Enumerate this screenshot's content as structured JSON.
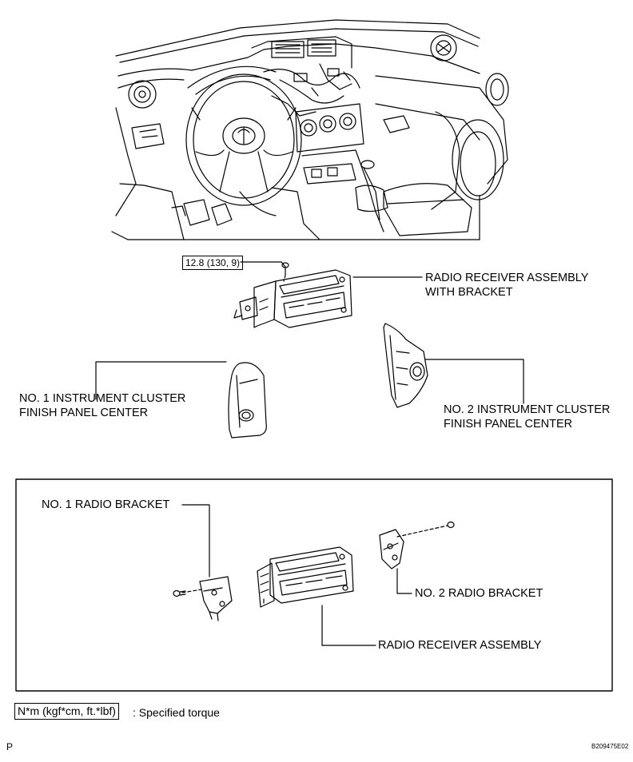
{
  "torque_value": "12.8 (130, 9)",
  "labels": {
    "radio_receiver_with_bracket_line1": "RADIO RECEIVER ASSEMBLY",
    "radio_receiver_with_bracket_line2": "WITH BRACKET",
    "no1_finish_panel_line1": "NO. 1 INSTRUMENT CLUSTER",
    "no1_finish_panel_line2": "FINISH PANEL CENTER",
    "no2_finish_panel_line1": "NO. 2 INSTRUMENT CLUSTER",
    "no2_finish_panel_line2": "FINISH PANEL CENTER",
    "no1_radio_bracket": "NO. 1 RADIO BRACKET",
    "no2_radio_bracket": "NO. 2 RADIO BRACKET",
    "radio_receiver_assembly": "RADIO RECEIVER ASSEMBLY"
  },
  "legend": {
    "unit": "N*m (kgf*cm, ft.*lbf)",
    "description": ": Specified torque"
  },
  "page_marker": "P",
  "figure_code": "B209475E02"
}
